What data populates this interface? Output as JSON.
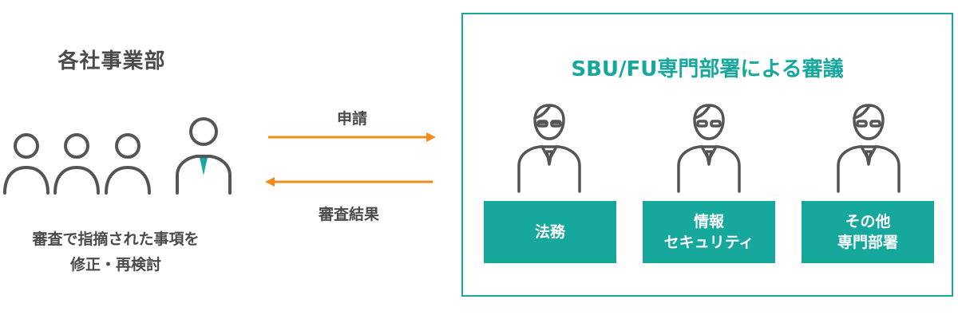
{
  "left": {
    "title": "各社事業部",
    "caption_line1": "審査で指摘された事項を",
    "caption_line2": "修正・再検討"
  },
  "arrows": {
    "request_label": "申請",
    "result_label": "審査結果"
  },
  "panel": {
    "title": "SBU/FU専門部署による審議"
  },
  "departments": [
    {
      "line1": "法務",
      "line2": ""
    },
    {
      "line1": "情報",
      "line2": "セキュリティ"
    },
    {
      "line1": "その他",
      "line2": "専門部署"
    }
  ],
  "colors": {
    "accent": "#16a89c",
    "arrow": "#f28a1e",
    "text": "#4a4a4a",
    "icon_stroke": "#555555"
  }
}
